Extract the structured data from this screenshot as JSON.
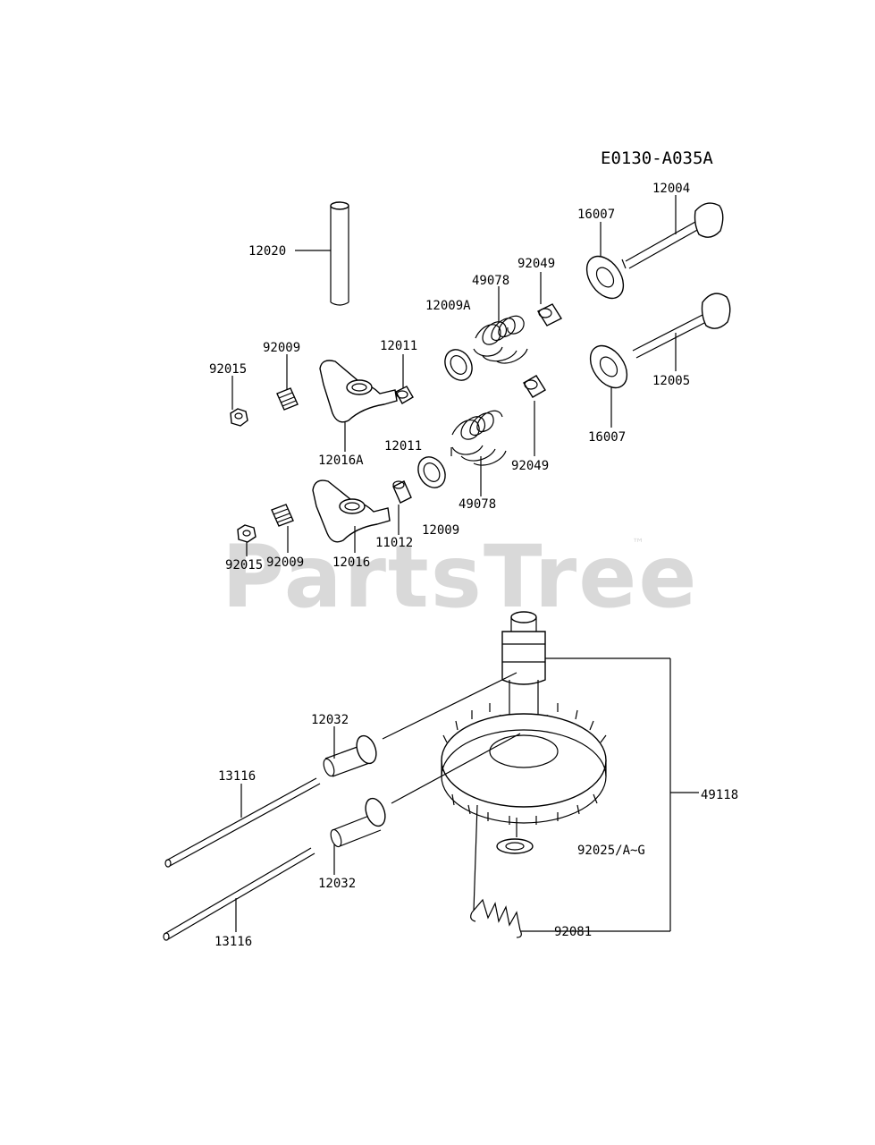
{
  "diagram_code": "E0130-A035A",
  "watermark": "PartsTree",
  "watermark_mark": "™",
  "parts": [
    "12020",
    "92015",
    "92009",
    "12011",
    "12009A",
    "49078",
    "92049",
    "16007",
    "12004",
    "12005",
    "16007",
    "12016A",
    "12011",
    "49078",
    "92049",
    "92015",
    "92009",
    "12016",
    "11012",
    "12009",
    "12032",
    "13116",
    "12032",
    "13116",
    "49118",
    "92025/A~G",
    "92081"
  ]
}
